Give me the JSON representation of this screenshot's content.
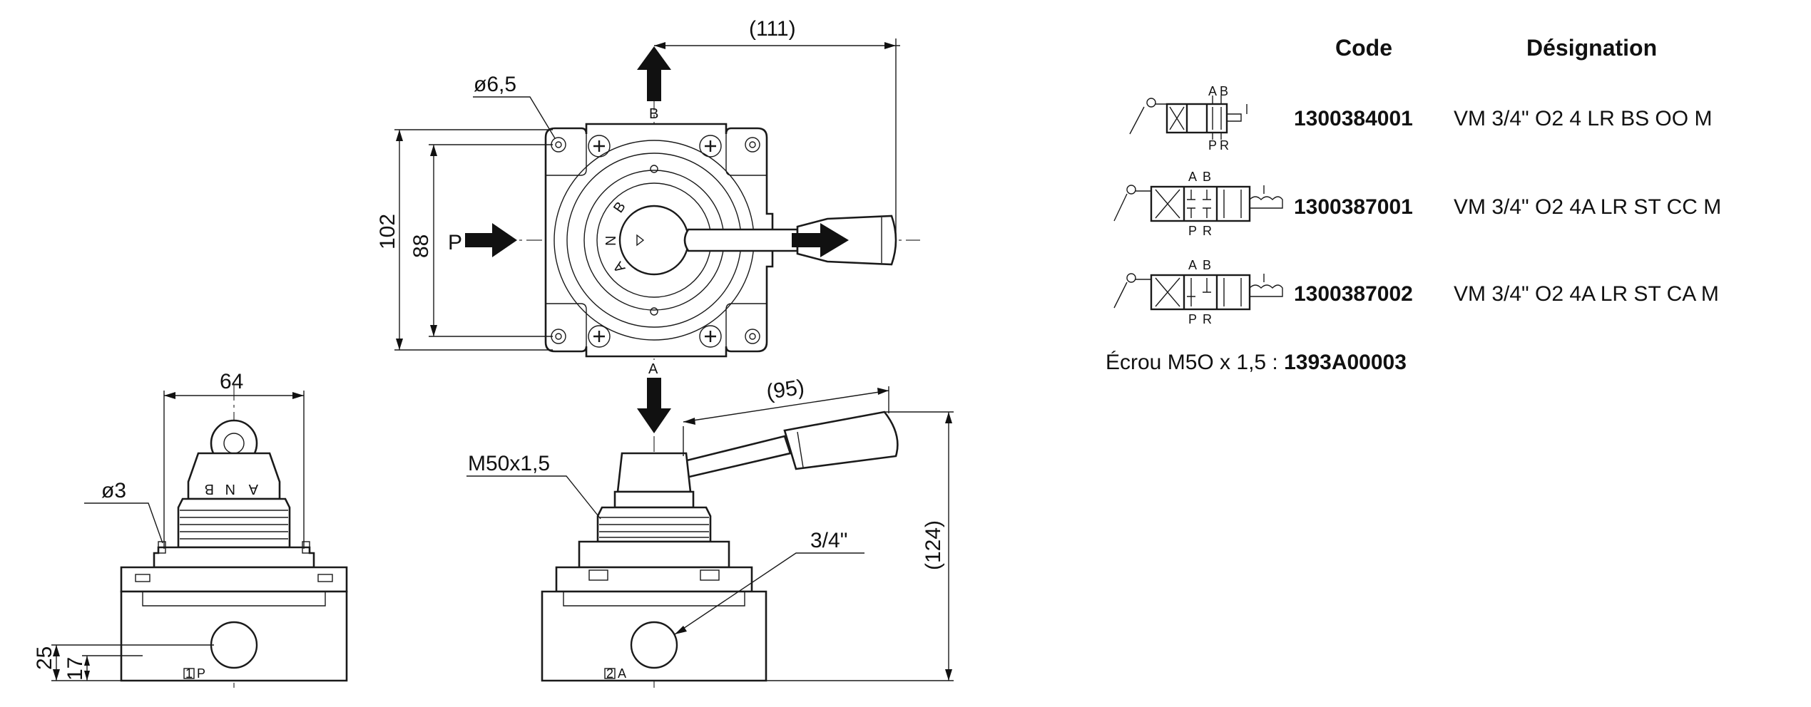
{
  "table": {
    "header_code": "Code",
    "header_designation": "Désignation",
    "rows": [
      {
        "code": "1300384001",
        "designation": "VM 3/4\" O2 4 LR BS OO M"
      },
      {
        "code": "1300387001",
        "designation": "VM 3/4\" O2 4A LR ST CC M"
      },
      {
        "code": "1300387002",
        "designation": "VM 3/4\" O2 4A LR ST CA M"
      }
    ],
    "nut_label": "Écrou M5O x 1,5 : ",
    "nut_code": "1393A00003"
  },
  "symbol_labels": {
    "a": "A",
    "b": "B",
    "p": "P",
    "r": "R"
  },
  "top_view": {
    "dim_width": "(111)",
    "dim_hole": "ø6,5",
    "dim_102": "102",
    "dim_88": "88",
    "port_p": "P",
    "port_b": "B",
    "port_a": "A",
    "pos_b": "B",
    "pos_n": "N",
    "pos_a": "A"
  },
  "front_view": {
    "dim_64": "64",
    "dim_hole": "ø3",
    "dim_25": "25",
    "dim_17": "17",
    "port_1": "1",
    "port_1_letter": "P",
    "ring_b": "B",
    "ring_n": "N",
    "ring_a": "A"
  },
  "side_view": {
    "dim_lever": "(95)",
    "dim_thread": "M50x1,5",
    "dim_port": "3/4\"",
    "dim_height": "(124)",
    "port_2": "2",
    "port_2_letter": "A"
  }
}
